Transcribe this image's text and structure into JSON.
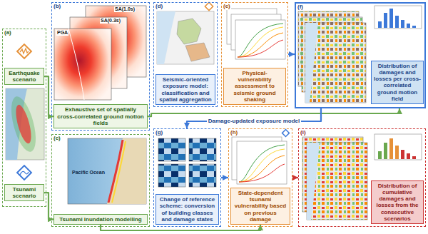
{
  "diagram": {
    "nodes": [
      {
        "text": [
          "(a)"
        ]
      },
      {
        "text": [
          "Earthquake scenario"
        ],
        "in": 0
      },
      {
        "text": [
          "Tsunami scenario"
        ],
        "in": 0
      },
      {
        "text": [
          "(b)"
        ]
      },
      {
        "text": [
          "Exhaustive set of spatially cross-correlated ground motion fields"
        ],
        "in": 3
      },
      {
        "text": [
          "(c)"
        ]
      },
      {
        "text": [
          "Tsunami inundation modelling"
        ],
        "in": 5
      },
      {
        "text": [
          "(d)"
        ]
      },
      {
        "text": [
          "Seismic-oriented exposure model: classification and spatial aggregation"
        ],
        "in": 7
      },
      {
        "text": [
          "(e)"
        ]
      },
      {
        "text": [
          "Physical-vulnerability assessment to seismic ground shaking"
        ],
        "in": 9
      },
      {
        "text": [
          "(f)"
        ]
      },
      {
        "text": [
          "Distribution of damages and losses per cross-correlated ground motion field"
        ],
        "in": 11
      },
      {
        "text": [
          "(g)"
        ]
      },
      {
        "text": [
          "Change of reference scheme: conversion of building classes and damage states"
        ],
        "in": 13
      },
      {
        "text": [
          "(h)"
        ]
      },
      {
        "text": [
          "State-dependent tsunami vulnerability based on previous damage"
        ],
        "in": 15
      },
      {
        "text": [
          "(i)"
        ]
      },
      {
        "text": [
          "Distribution of cumulative damages and losses from the consecutive scenarios"
        ],
        "in": 17
      }
    ],
    "edges": [
      {
        "from": 1,
        "to": 4,
        "arrow": "to"
      },
      {
        "from": 2,
        "to": 6,
        "arrow": "to"
      },
      {
        "from": 4,
        "to": 11,
        "arrow": "to"
      },
      {
        "from": 11,
        "to": 13,
        "label": "Damage-updated exposure model",
        "arrow": "to"
      },
      {
        "from": 13,
        "to": 15,
        "arrow": "to"
      },
      {
        "from": 6,
        "to": 16,
        "arrow": "to"
      },
      {
        "from": 15,
        "to": 17,
        "arrow": "to"
      },
      {
        "from": 9,
        "to": 11,
        "arrow": "to"
      }
    ],
    "labels": [
      "PGA",
      "SA(0.3s)",
      "SA(1.0s)",
      "Pacific Ocean"
    ]
  }
}
